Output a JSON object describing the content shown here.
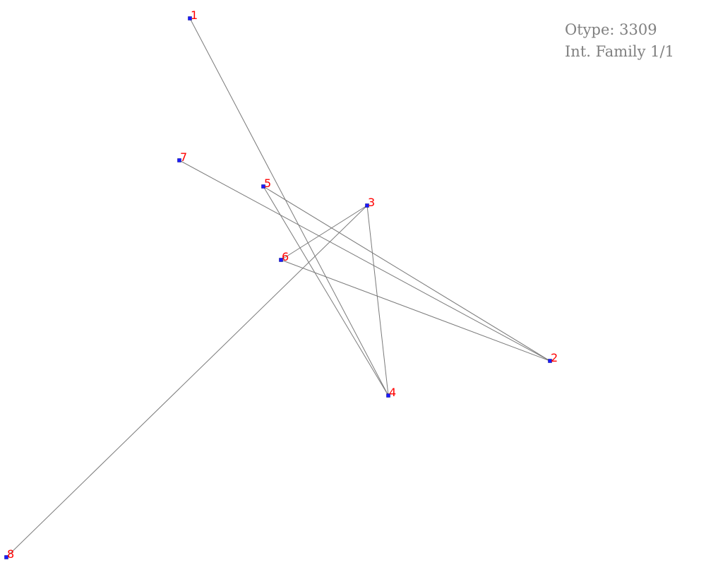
{
  "info": {
    "otype": "Otype: 3309",
    "family": "Int. Family 1/1"
  },
  "graph": {
    "vertices": [
      {
        "id": "1",
        "label": "1"
      },
      {
        "id": "2",
        "label": "2"
      },
      {
        "id": "3",
        "label": "3"
      },
      {
        "id": "4",
        "label": "4"
      },
      {
        "id": "5",
        "label": "5"
      },
      {
        "id": "6",
        "label": "6"
      },
      {
        "id": "7",
        "label": "7"
      },
      {
        "id": "8",
        "label": "8"
      }
    ],
    "edges": [
      [
        "1",
        "4"
      ],
      [
        "4",
        "5"
      ],
      [
        "5",
        "2"
      ],
      [
        "2",
        "7"
      ],
      [
        "2",
        "6"
      ],
      [
        "6",
        "3"
      ],
      [
        "3",
        "4"
      ],
      [
        "3",
        "8"
      ]
    ],
    "colors": {
      "edge": "#7a7a7a",
      "vertex": "#1a1aff",
      "label": "#ff0000",
      "info_text": "#808080"
    }
  }
}
